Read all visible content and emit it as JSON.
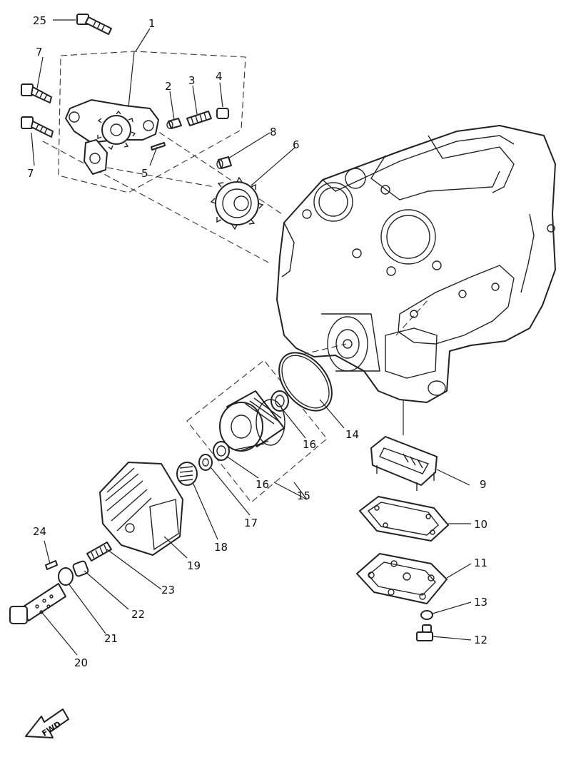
{
  "labels": {
    "p1": "1",
    "p2": "2",
    "p3": "3",
    "p4": "4",
    "p5": "5",
    "p6": "6",
    "p7a": "7",
    "p7b": "7",
    "p8": "8",
    "p9": "9",
    "p10": "10",
    "p11": "11",
    "p12": "12",
    "p13": "13",
    "p14": "14",
    "p15": "15",
    "p16a": "16",
    "p16b": "16",
    "p17": "17",
    "p18": "18",
    "p19": "19",
    "p20": "20",
    "p21": "21",
    "p22": "22",
    "p23": "23",
    "p24": "24",
    "p25": "25"
  },
  "direction_arrow": "FWD"
}
